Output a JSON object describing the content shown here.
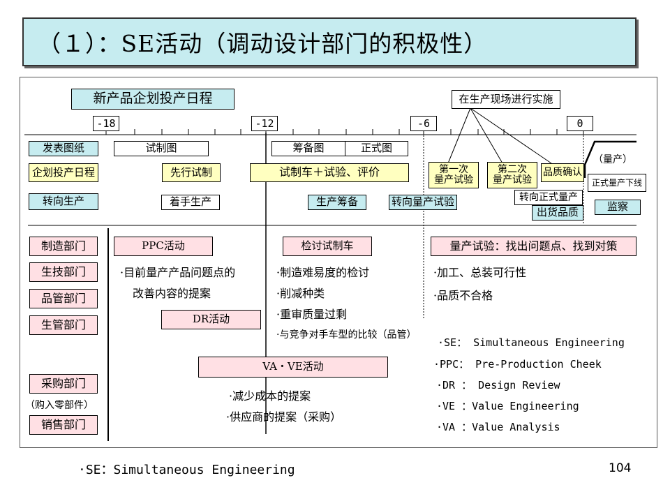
{
  "title": "（１）：SE活动（调动设计部门的积极性）",
  "schedule_label": "新产品企划投产日程",
  "onsite_label": "在生产现场进行实施",
  "timeline": {
    "ticks": [
      "-18",
      "-12",
      "-6",
      "0"
    ]
  },
  "row_headers": {
    "drawing": "发表图纸",
    "plan": "企划投产日程",
    "transfer": "转向生产"
  },
  "bars": {
    "trial_drawing": "试制图",
    "prep_drawing": "筹备图",
    "formal_drawing": "正式图",
    "pre_trial": "先行试制",
    "trial_car": "试制车＋试验、评价",
    "first_trial": [
      "第一次",
      "量产试验"
    ],
    "second_trial": [
      "第二次",
      "量产试验"
    ],
    "quality_confirm": "品质确认",
    "start_production": "着手生产",
    "production_prep": "生产筹备",
    "to_mass_trial": "转向量产试验",
    "to_formal_mass": "转向正式量产",
    "shipping_quality": "出货品质",
    "mass_production": "（量产）",
    "formal_line_off": "正式量产下线",
    "monitor": "监察"
  },
  "departments": [
    "制造部门",
    "生技部门",
    "品管部门",
    "生管部门",
    "采购部门",
    "（购入零部件）",
    "销售部门"
  ],
  "activities": {
    "ppc": "PPC活动",
    "ppc_items": [
      "·目前量产产品问题点的",
      "改善内容的提案"
    ],
    "dr": "DR活动",
    "review": "检讨试制车",
    "review_items": [
      "·制造难易度的检讨",
      "·削减种类",
      "·重审质量过剩",
      "·与竞争对手车型的比较（品管）"
    ],
    "mass_trial": "量产试验：找出问题点、找到对策",
    "mass_trial_items": [
      "·加工、总装可行性",
      "·品质不合格"
    ],
    "vave": "VA・VE活动",
    "vave_items": [
      "·减少成本的提案",
      "·供应商的提案（采购）"
    ]
  },
  "abbreviations": [
    "·SE： Simultaneous Engineering",
    "·PPC： Pre-Production Cheek",
    "·DR ： Design  Review",
    "·VE  ：Value Engineering",
    "·VA  ：Value Analysis"
  ],
  "footer": {
    "note": "·SE：Simultaneous Engineering",
    "page_number": "104"
  }
}
